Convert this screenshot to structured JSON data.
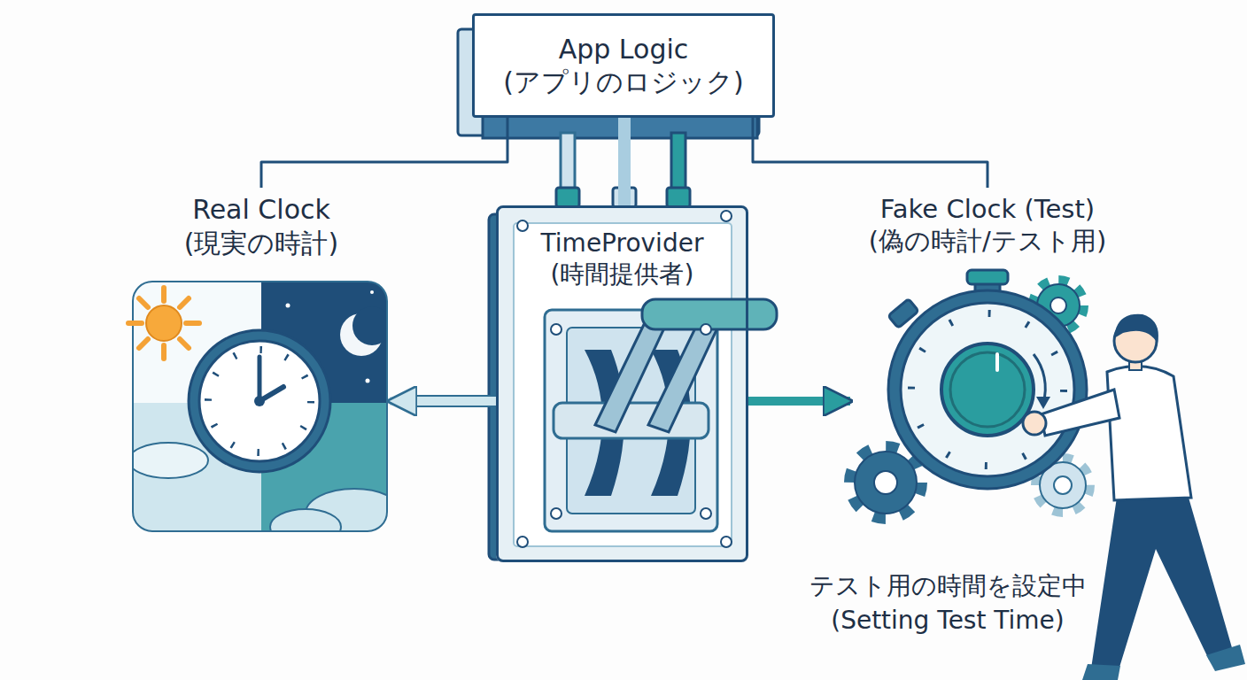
{
  "diagram": {
    "nodes": [
      {
        "text": [
          "App Logic",
          "(アプリのロジック)"
        ]
      },
      {
        "text": [
          "Real Clock",
          "(現実の時計)"
        ]
      },
      {
        "text": [
          "TimeProvider",
          "(時間提供者)"
        ]
      },
      {
        "text": [
          "Fake Clock (Test)",
          "(偽の時計/テスト用)"
        ]
      }
    ],
    "edges": [
      {
        "from": 0,
        "to": 2,
        "arrow": "none"
      },
      {
        "from": 2,
        "to": 1,
        "arrow": "to"
      },
      {
        "from": 2,
        "to": 3,
        "arrow": "to"
      },
      {
        "from": 0,
        "to": 1,
        "arrow": "none"
      },
      {
        "from": 0,
        "to": 3,
        "arrow": "none"
      }
    ],
    "labels": [
      "テスト用の時間を設定中",
      "(Setting Test Time)"
    ]
  }
}
